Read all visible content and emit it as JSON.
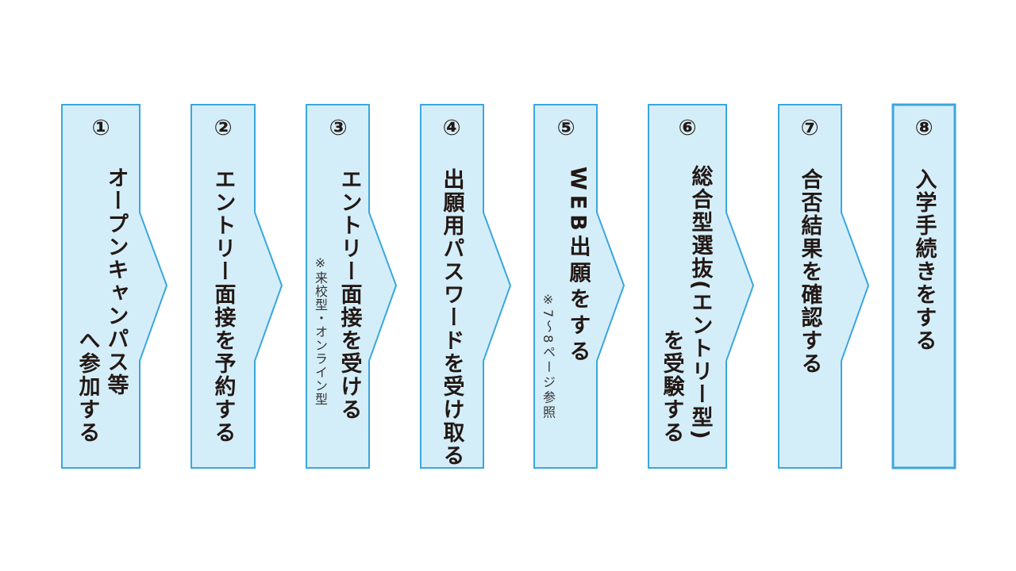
{
  "colors": {
    "fill": "#d4eef9",
    "stroke": "#3ba6de",
    "text": "#231815"
  },
  "steps": [
    {
      "number": "①",
      "lines": [
        "オープンキャンパス等",
        "へ参加する"
      ]
    },
    {
      "number": "②",
      "lines": [
        "エントリー面接を予約する"
      ]
    },
    {
      "number": "③",
      "lines": [
        "エントリー面接を受ける"
      ],
      "note": "※来校型・オンライン型"
    },
    {
      "number": "④",
      "lines": [
        "出願用パスワードを受け取る"
      ]
    },
    {
      "number": "⑤",
      "lines": [
        "WEB出願をする"
      ],
      "note": "※7〜8ページ参照"
    },
    {
      "number": "⑥",
      "lines": [
        "総合型選抜(エントリー型)",
        "を受験する"
      ]
    },
    {
      "number": "⑦",
      "lines": [
        "合否結果を確認する"
      ]
    },
    {
      "number": "⑧",
      "lines": [
        "入学手続きをする"
      ]
    }
  ]
}
